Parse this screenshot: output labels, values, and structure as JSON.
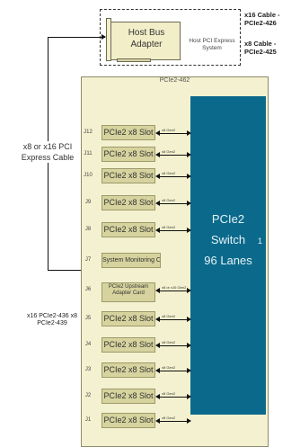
{
  "host": {
    "hba_label": "Host Bus Adapter",
    "system_label": "Host PCI Express System"
  },
  "cables": {
    "x16": "x16 Cable - PCIe2-426",
    "x8": "x8 Cable - PCIe2-425"
  },
  "expansion": {
    "title": "PCIe2-462"
  },
  "switch": {
    "lines": [
      "PCIe2",
      "Switch",
      "96 Lanes"
    ],
    "mark": "1"
  },
  "side_label": "x8 or x16 PCI Express Cable",
  "pcie_ids": "x16 PCIe2-436 x8 PCIe2-439",
  "slots": [
    {
      "id": "J12",
      "label": "PCIe2 x8 Slot",
      "arrow": "x8 Gen2"
    },
    {
      "id": "J11",
      "label": "PCIe2 x8 Slot",
      "arrow": "x8 Gen2"
    },
    {
      "id": "J10",
      "label": "PCIe2 x8 Slot",
      "arrow": "x8 Gen2"
    },
    {
      "id": "J9",
      "label": "PCIe2 x8 Slot",
      "arrow": "x8 Gen2"
    },
    {
      "id": "J8",
      "label": "PCIe2 x8 Slot",
      "arrow": "x8 Gen2"
    },
    {
      "id": "J7",
      "label": "System Monitoring Card",
      "arrow": ""
    },
    {
      "id": "J6",
      "label": "PCIe2 Upstream Adapter Card",
      "arrow": "x8 or x16 Gen2"
    },
    {
      "id": "J5",
      "label": "PCIe2 x8 Slot",
      "arrow": "x8 Gen2"
    },
    {
      "id": "J4",
      "label": "PCIe2 x8 Slot",
      "arrow": "x8 Gen2"
    },
    {
      "id": "J3",
      "label": "PCIe2 x8 Slot",
      "arrow": "x8 Gen2"
    },
    {
      "id": "J2",
      "label": "PCIe2 x8 Slot",
      "arrow": "x8 Gen2"
    },
    {
      "id": "J1",
      "label": "PCIe2 x8 Slot",
      "arrow": "x8 Gen2"
    }
  ]
}
